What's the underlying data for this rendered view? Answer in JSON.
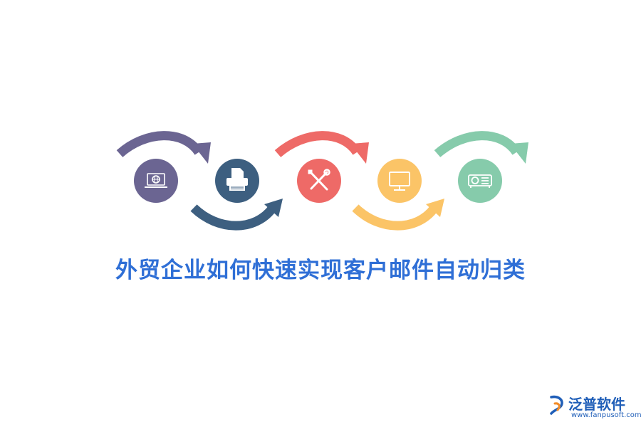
{
  "title": "外贸企业如何快速实现客户邮件自动归类",
  "steps": [
    {
      "icon": "laptop-globe-icon",
      "color": "#6b6592"
    },
    {
      "icon": "printer-icon",
      "color": "#3d5f80"
    },
    {
      "icon": "wrench-screwdriver-icon",
      "color": "#ee6a67"
    },
    {
      "icon": "monitor-icon",
      "color": "#fbc467"
    },
    {
      "icon": "projector-icon",
      "color": "#86cbab"
    }
  ],
  "brand": {
    "name": "泛普软件",
    "url": "www.fanpusoft.com",
    "colors": {
      "blue": "#1f5eb8",
      "orange": "#f28c28"
    }
  }
}
